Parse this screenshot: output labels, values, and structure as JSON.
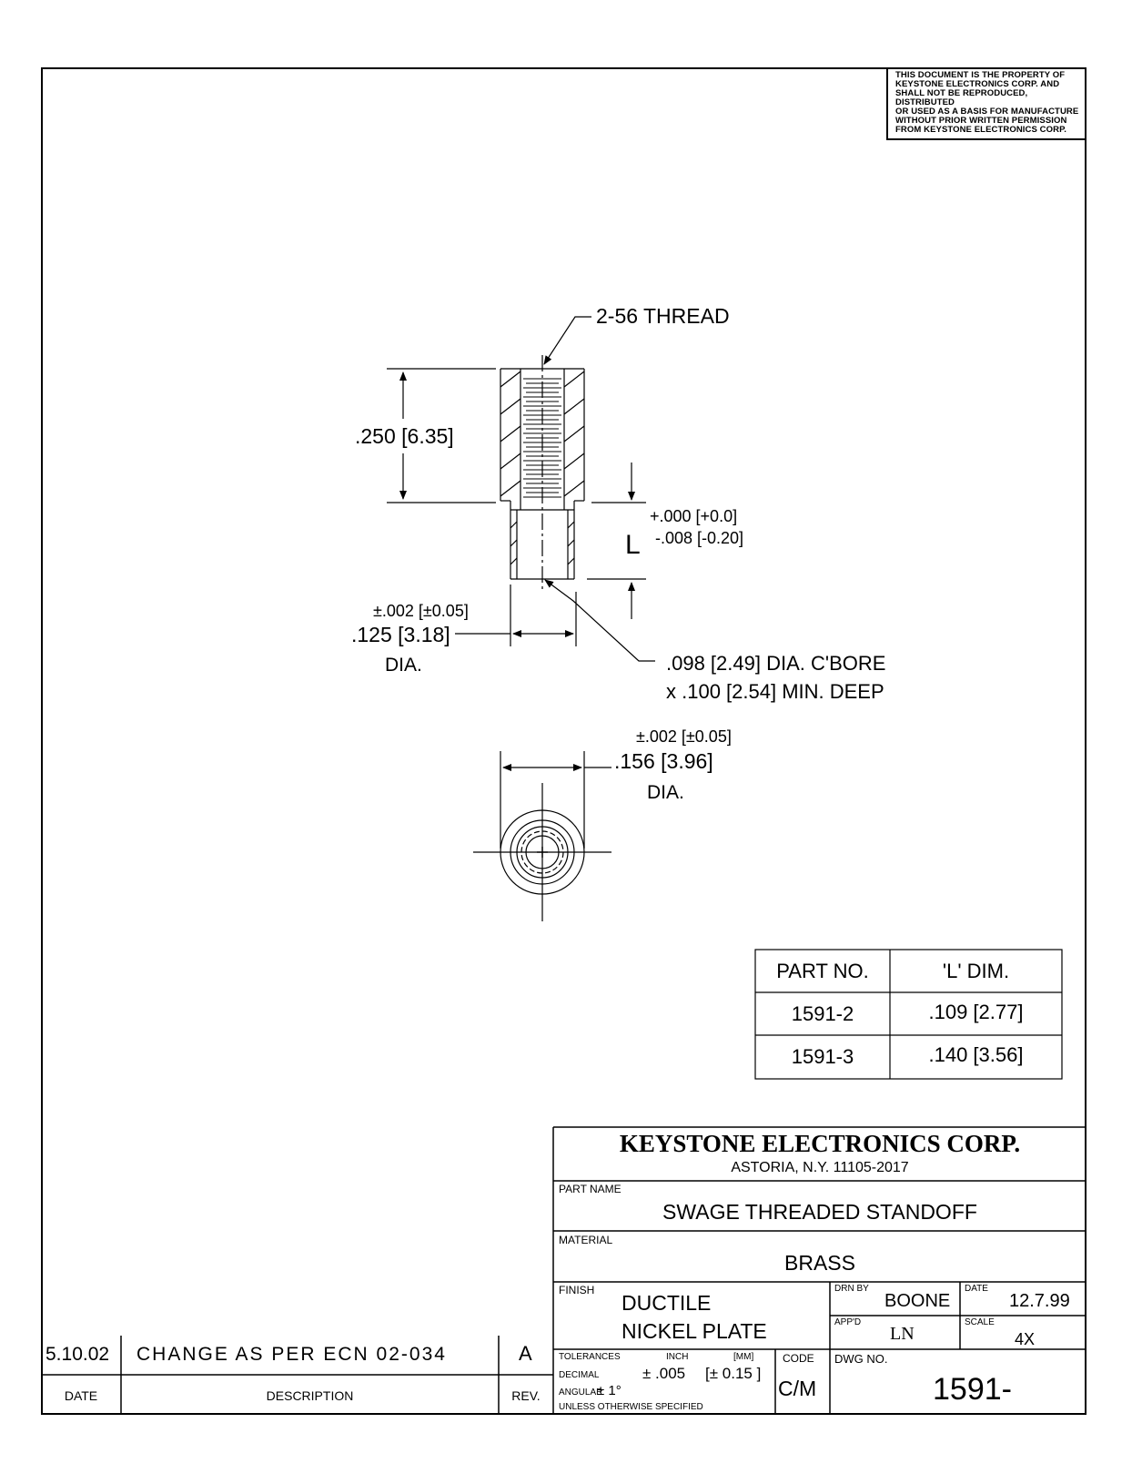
{
  "notice": {
    "lines": [
      "THIS DOCUMENT IS THE PROPERTY OF",
      "KEYSTONE ELECTRONICS CORP. AND",
      "SHALL NOT BE REPRODUCED, DISTRIBUTED",
      "OR USED AS A BASIS FOR MANUFACTURE",
      "WITHOUT PRIOR WRITTEN PERMISSION",
      "FROM KEYSTONE ELECTRONICS CORP."
    ]
  },
  "drawing": {
    "thread_label": "2-56 THREAD",
    "height_dim": ".250 [6.35]",
    "l_label": "L",
    "l_tol_plus": "+.000 [+0.0]",
    "l_tol_minus": "-.008 [-0.20]",
    "shank_tol": "±.002 [±0.05]",
    "shank_dia": ".125 [3.18]",
    "shank_dia_suffix": "DIA.",
    "cbore_line1": ".098 [2.49] DIA. C'BORE",
    "cbore_line2": "x .100 [2.54] MIN. DEEP",
    "head_tol": "±.002 [±0.05]",
    "head_dia": ".156 [3.96]",
    "head_dia_suffix": "DIA."
  },
  "parts_table": {
    "headers": [
      "PART NO.",
      "'L' DIM."
    ],
    "rows": [
      [
        "1591-2",
        ".109 [2.77]"
      ],
      [
        "1591-3",
        ".140 [3.56]"
      ]
    ]
  },
  "title_block": {
    "company": "KEYSTONE ELECTRONICS CORP.",
    "address": "ASTORIA, N.Y. 11105-2017",
    "part_name_label": "PART NAME",
    "part_name": "SWAGE THREADED STANDOFF",
    "material_label": "MATERIAL",
    "material": "BRASS",
    "finish_label": "FINISH",
    "finish_line1": "DUCTILE",
    "finish_line2": "NICKEL PLATE",
    "drn_by_label": "DRN BY",
    "drn_by": "BOONE",
    "date_label": "DATE",
    "date": "12.7.99",
    "appd_label": "APP'D",
    "appd": "LN",
    "scale_label": "SCALE",
    "scale": "4X",
    "tolerances_label": "TOLERANCES",
    "inch_label": "INCH",
    "mm_label": "[MM]",
    "decimal_label": "DECIMAL",
    "decimal_inch": "± .005",
    "decimal_mm": "[± 0.15 ]",
    "angular_label": "ANGULAR",
    "angular": "± 1°",
    "unless_label": "UNLESS OTHERWISE SPECIFIED",
    "code_label": "CODE",
    "code": "C/M",
    "dwg_no_label": "DWG NO.",
    "dwg_no": "1591-"
  },
  "revision_block": {
    "date": "5.10.02",
    "description": "CHANGE AS PER ECN 02-034",
    "rev": "A",
    "date_header": "DATE",
    "description_header": "DESCRIPTION",
    "rev_header": "REV."
  }
}
